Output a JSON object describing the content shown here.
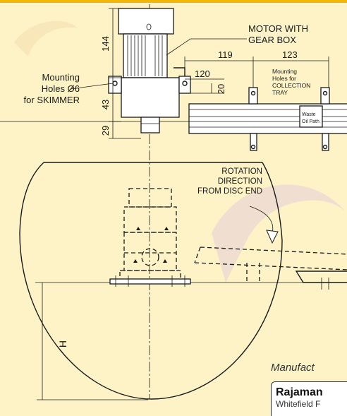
{
  "labels": {
    "motor_line1": "MOTOR WITH",
    "motor_line2": "GEAR BOX",
    "mount_line1": "Mounting",
    "mount_line2": "Holes Ø6",
    "mount_line3": "for SKIMMER",
    "tray_line1": "Mounting",
    "tray_line2": "Holes for",
    "tray_line3": "COLLECTION",
    "tray_line4": "TRAY",
    "waste_line1": "Waste",
    "waste_line2": "Oil Path",
    "rot_line1": "ROTATION",
    "rot_line2": "DIRECTION",
    "rot_line3": "FROM DISC END",
    "height": "H"
  },
  "dimensions": {
    "d144": "144",
    "d43": "43",
    "d29": "29",
    "d119": "119",
    "d123": "123",
    "d120": "120",
    "d20": "20"
  },
  "footer": {
    "manufacturer": "Manufact",
    "company_name": "Rajaman",
    "company_address": "Whitefield F"
  },
  "colors": {
    "background": "#fdf3c6",
    "top_bar": "#f2b705",
    "ink": "#1a1a1a"
  }
}
